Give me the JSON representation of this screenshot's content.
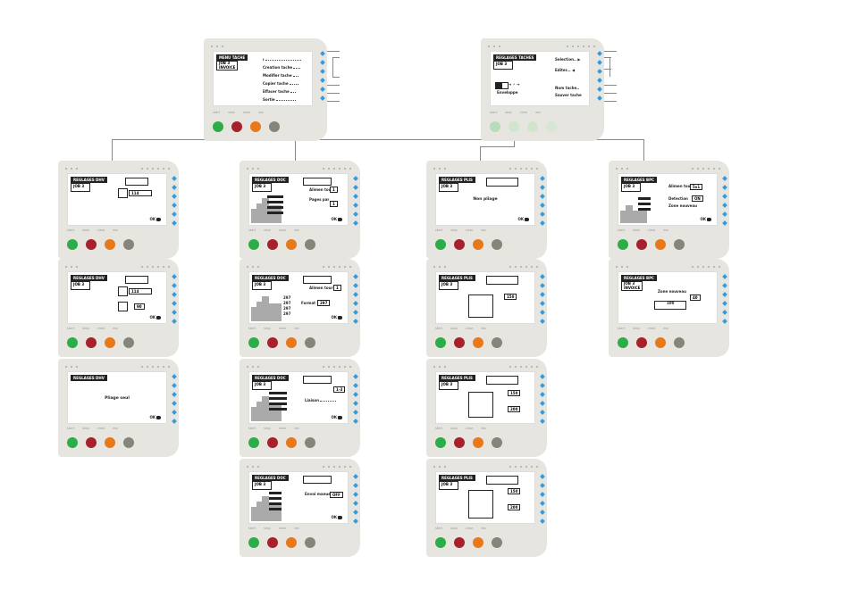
{
  "common": {
    "buttons": [
      "start",
      "stop",
      "clear",
      "esc"
    ],
    "ok": "OK",
    "job": "JOB 3",
    "invoice": "INVOICE"
  },
  "menu_tache": {
    "title": "MENU TACHE",
    "items": [
      "Creation tache",
      "Modifier tache",
      "Copier tache",
      "Effacer tache",
      "Sortie"
    ]
  },
  "reglages_taches": {
    "title": "REGLAGES TACHES",
    "items": [
      "Selection",
      "Editer",
      "Nom tache",
      "Sauver tache"
    ],
    "envelope_label": "Enveloppe"
  },
  "dhv": {
    "title": "REGLAGES DHV",
    "value1": "114",
    "value2": "90",
    "text3": "Pliage seul"
  },
  "doc": {
    "title": "REGLAGES DOC",
    "alimentation": "Alimen tour",
    "pages": "Pages par",
    "format": "Format",
    "format_value": "297",
    "liaison": "Liaison",
    "liaison_value": "1-3",
    "envoi": "Envoi manuel",
    "envoi_value": "OFF",
    "rows": [
      "297",
      "297",
      "297",
      "297"
    ],
    "num1": "1",
    "num2": "1"
  },
  "plis": {
    "title": "REGLAGES PLIS",
    "no_fold": "Non pliage",
    "value1": "150",
    "value2": "150",
    "value3": "200",
    "value4": "150",
    "value5": "200"
  },
  "bpc": {
    "title": "REGLAGES BPC",
    "alimentation": "Alimen tour",
    "alim_value": "5x1",
    "detection": "Detection",
    "det_value": "ON",
    "zone": "Zone nouveau",
    "zone2": "Zone nouveau",
    "zone_value": "40",
    "zone_value2": "100"
  }
}
